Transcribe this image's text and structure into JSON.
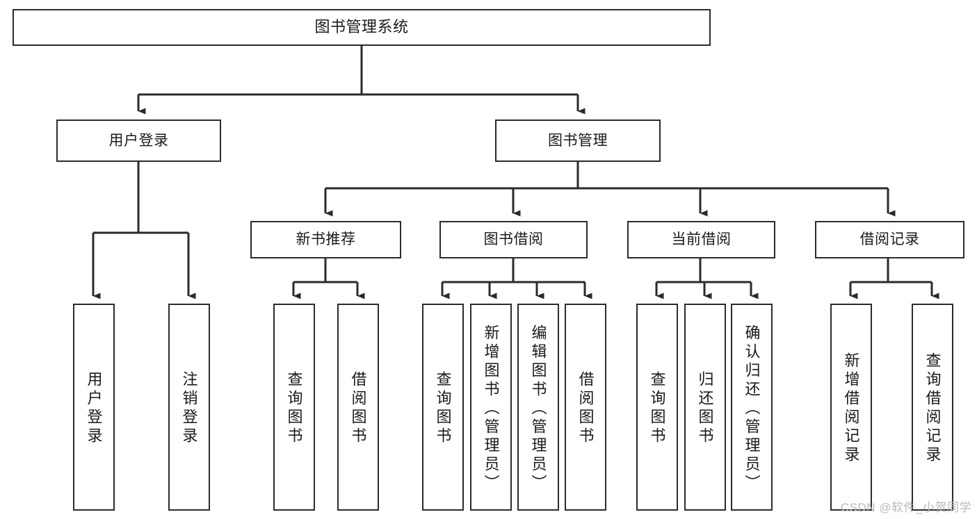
{
  "diagram": {
    "type": "tree-hierarchy",
    "title": "图书管理系统",
    "orientation": "top-down",
    "colors": {
      "box_border": "#2b2b2b",
      "box_fill": "#ffffff",
      "connector": "#2b2b2b",
      "text": "#1a1a1a",
      "watermark": "#b9b9b9",
      "background": "#ffffff"
    },
    "root": {
      "label": "图书管理系统"
    },
    "level1": [
      {
        "id": "user-login",
        "label": "用户登录"
      },
      {
        "id": "book-manage",
        "label": "图书管理"
      }
    ],
    "level2": [
      {
        "id": "new-book-recommend",
        "label": "新书推荐",
        "parent": "book-manage"
      },
      {
        "id": "book-borrow",
        "label": "图书借阅",
        "parent": "book-manage"
      },
      {
        "id": "current-borrow",
        "label": "当前借阅",
        "parent": "book-manage"
      },
      {
        "id": "borrow-record",
        "label": "借阅记录",
        "parent": "book-manage"
      }
    ],
    "leaves": {
      "user-login": [
        {
          "id": "leaf-user-login",
          "label": "用户登录"
        },
        {
          "id": "leaf-logout-login",
          "label": "注销登录"
        }
      ],
      "new-book-recommend": [
        {
          "id": "leaf-query-book-1",
          "label": "查询图书"
        },
        {
          "id": "leaf-borrow-book-1",
          "label": "借阅图书"
        }
      ],
      "book-borrow": [
        {
          "id": "leaf-query-book-2",
          "label": "查询图书"
        },
        {
          "id": "leaf-add-book",
          "label": "新增图书（管理员）"
        },
        {
          "id": "leaf-edit-book",
          "label": "编辑图书（管理员）"
        },
        {
          "id": "leaf-borrow-book-2",
          "label": "借阅图书"
        }
      ],
      "current-borrow": [
        {
          "id": "leaf-query-book-3",
          "label": "查询图书"
        },
        {
          "id": "leaf-return-book",
          "label": "归还图书"
        },
        {
          "id": "leaf-confirm-return",
          "label": "确认归还（管理员）"
        }
      ],
      "borrow-record": [
        {
          "id": "leaf-add-record",
          "label": "新增借阅记录"
        },
        {
          "id": "leaf-query-record",
          "label": "查询借阅记录"
        }
      ]
    },
    "watermark": "CSDN @软件_小贺同学"
  }
}
